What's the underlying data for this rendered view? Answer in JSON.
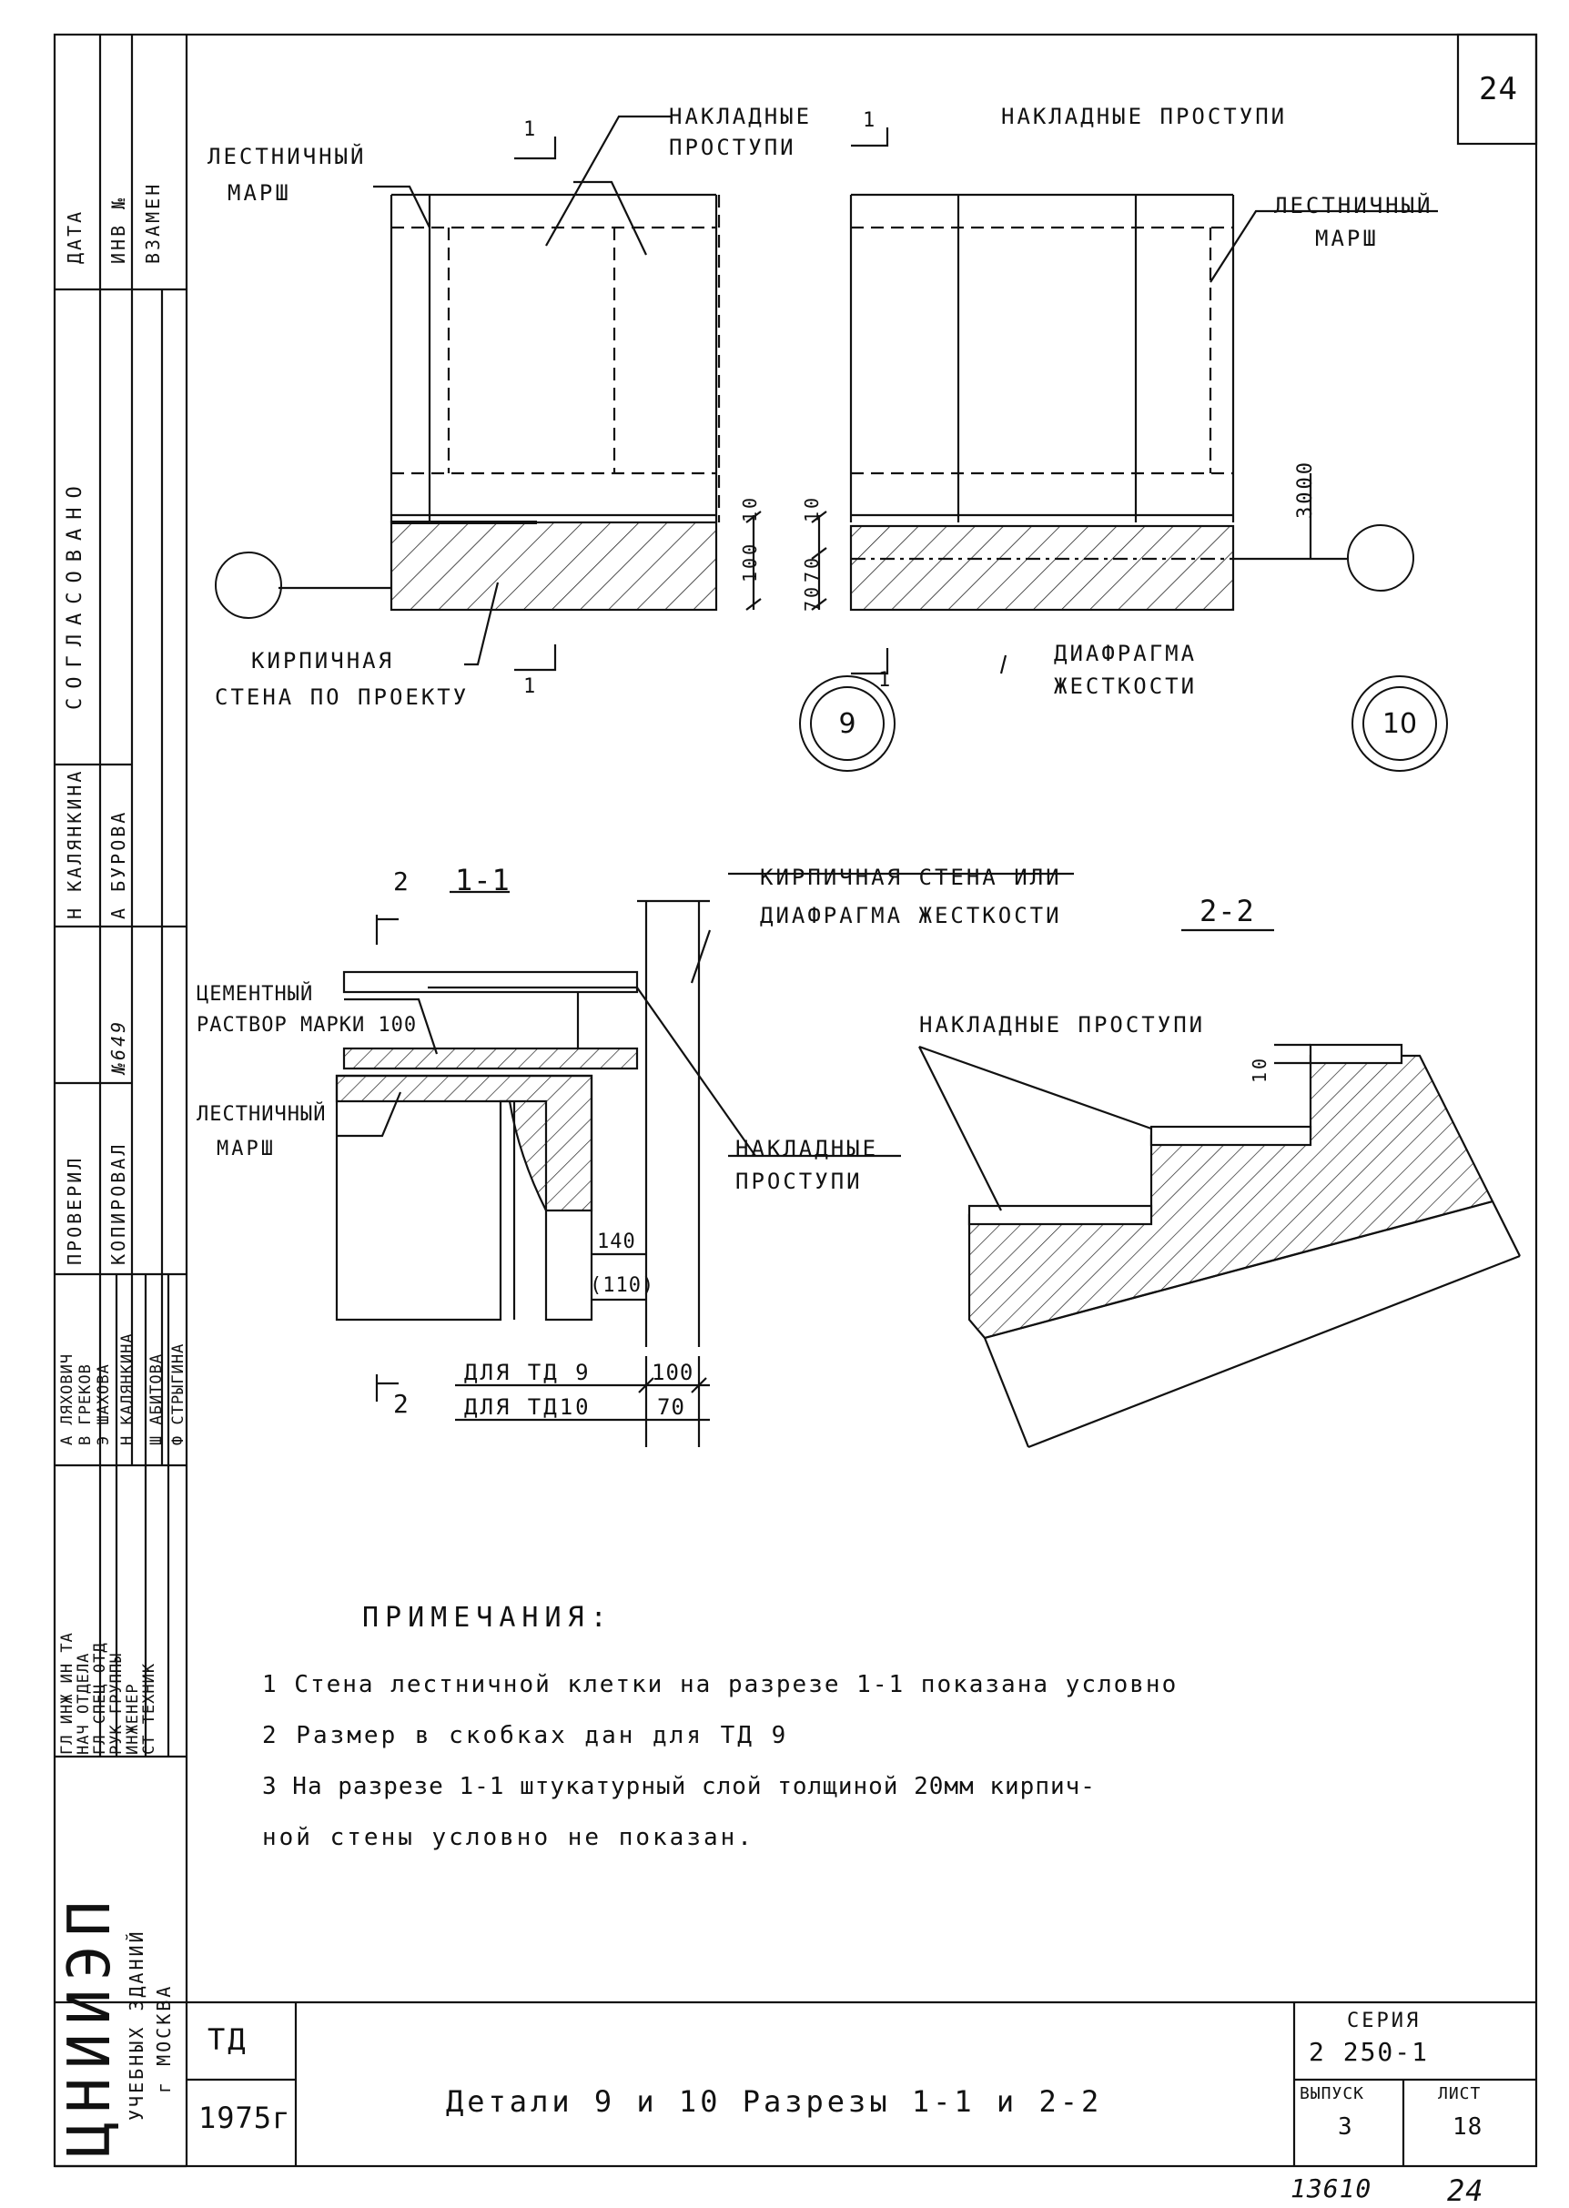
{
  "page": {
    "number": "24"
  },
  "details": {
    "stair_flight": "ЛЕСТНИЧНЫЙ\nМАРШ",
    "treads_a": "НАКЛАДНЫЕ",
    "treads_b": "ПРОСТУПИ",
    "treads_top": "НАКЛАДНЫЕ ПРОСТУПИ",
    "brick_wall_a": "КИРПИЧНАЯ",
    "brick_wall_b": "СТЕНА ПО ПРОЕКТУ",
    "diaphragm_a": "ДИАФРАГМА",
    "diaphragm_b": "ЖЕСТКОСТИ",
    "detail9": "9",
    "detail10": "10",
    "dim_3000": "3000",
    "dim_100": "100",
    "dim_10": "10",
    "dim_70": "70",
    "cut_mark": "1"
  },
  "section11": {
    "title": "1-1",
    "cut2": "2",
    "wall_a": "КИРПИЧНАЯ СТЕНА ИЛИ",
    "wall_b": "ДИАФРАГМА ЖЕСТКОСТИ",
    "mortar_a": "ЦЕМЕНТНЫЙ",
    "mortar_b": "РАСТВОР МАРКИ 100",
    "flight_a": "ЛЕСТНИЧНЫЙ",
    "flight_b": "МАРШ",
    "treads_a": "НАКЛАДНЫЕ",
    "treads_b": "ПРОСТУПИ",
    "dim_140": "140",
    "dim_110": "(110)",
    "td9": "ДЛЯ ТД 9",
    "td10": "ДЛЯ ТД10",
    "v100": "100",
    "v70": "70"
  },
  "section22": {
    "title": "2-2",
    "treads": "НАКЛАДНЫЕ ПРОСТУПИ",
    "dim_10": "10"
  },
  "notes": {
    "title": "ПРИМЕЧАНИЯ:",
    "items": [
      "1  Стена лестничной клетки на разрезе 1-1 показана условно",
      "2  Размер в скобках дан для ТД 9",
      "3  На разрезе 1-1 штукатурный слой толщиной 20мм кирпич-",
      "   ной стены условно не показан."
    ]
  },
  "side_stamp": {
    "data": "ДАТА",
    "inv": "ИНВ №",
    "vzamen": "ВЗАМЕН",
    "agreed": "СОГЛАСОВАНО",
    "nkal1": "Н КАЛЯНКИНА",
    "abur": "А БУРОВА",
    "kopir": "КОПИРОВАЛ",
    "inv_no": "№649",
    "checked": "ПРОВЕРИЛ",
    "roles": [
      "ГЛ ИНЖ ИН ТА",
      "НАЧ ОТДЕЛА",
      "ГЛ СПЕЦ ОТД",
      "РУК ГРУППЫ",
      "ИНЖЕНЕР",
      "СТ ТЕХНИК"
    ],
    "names": [
      "А ЛЯХОВИЧ",
      "В ГРЕКОВ",
      "Э ШАХОВА",
      "Н КАЛЯНКИНА",
      "Ш АБИТОВА",
      "Ф СТРЫГИНА"
    ],
    "org_big": "ЦНИИЭП",
    "org_a": "УЧЕБНЫХ ЗДАНИЙ",
    "org_b": "г МОСКВА"
  },
  "title_block": {
    "td": "ТД",
    "year": "1975г",
    "title": "Детали 9 и 10  Разрезы 1-1 и 2-2",
    "series_label": "СЕРИЯ",
    "series": "2 250-1",
    "issue_label": "ВЫПУСК",
    "issue": "3",
    "sheet_label": "ЛИСТ",
    "sheet": "18",
    "inv_bottom": "13610",
    "page_bottom": "24"
  }
}
